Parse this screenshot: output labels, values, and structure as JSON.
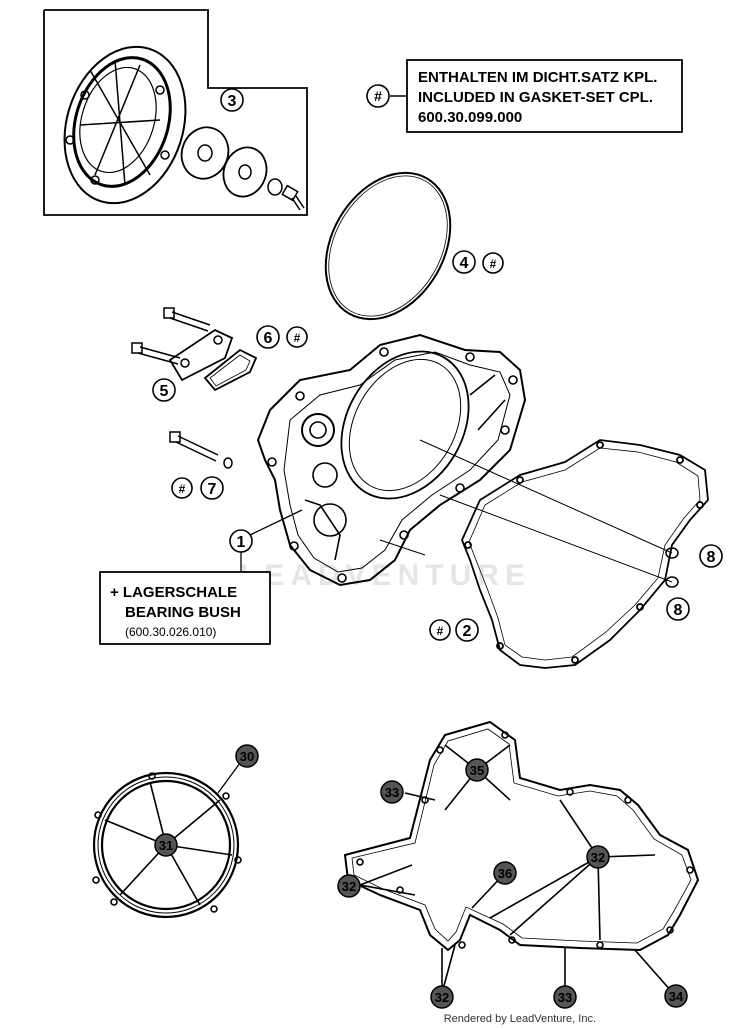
{
  "gasket_box": {
    "symbol": "#",
    "line1": "ENTHALTEN IM DICHT.SATZ KPL.",
    "line2": "INCLUDED IN GASKET-SET CPL.",
    "line3": "600.30.099.000"
  },
  "bearing_box": {
    "line1": "+ LAGERSCHALE",
    "line2": "BEARING BUSH",
    "line3": "(600.30.026.010)"
  },
  "callouts": {
    "c1": "1",
    "c2": "2",
    "c3": "3",
    "c4": "4",
    "c5": "5",
    "c6": "6",
    "c7": "7",
    "c8a": "8",
    "c8b": "8",
    "c30": "30",
    "c31": "31",
    "c32a": "32",
    "c32b": "32",
    "c32c": "32",
    "c33a": "33",
    "c33b": "33",
    "c34": "34",
    "c35": "35",
    "c36": "36"
  },
  "hash": "#",
  "watermark": "LEADVENTURE",
  "footer": "Rendered by LeadVenture, Inc."
}
